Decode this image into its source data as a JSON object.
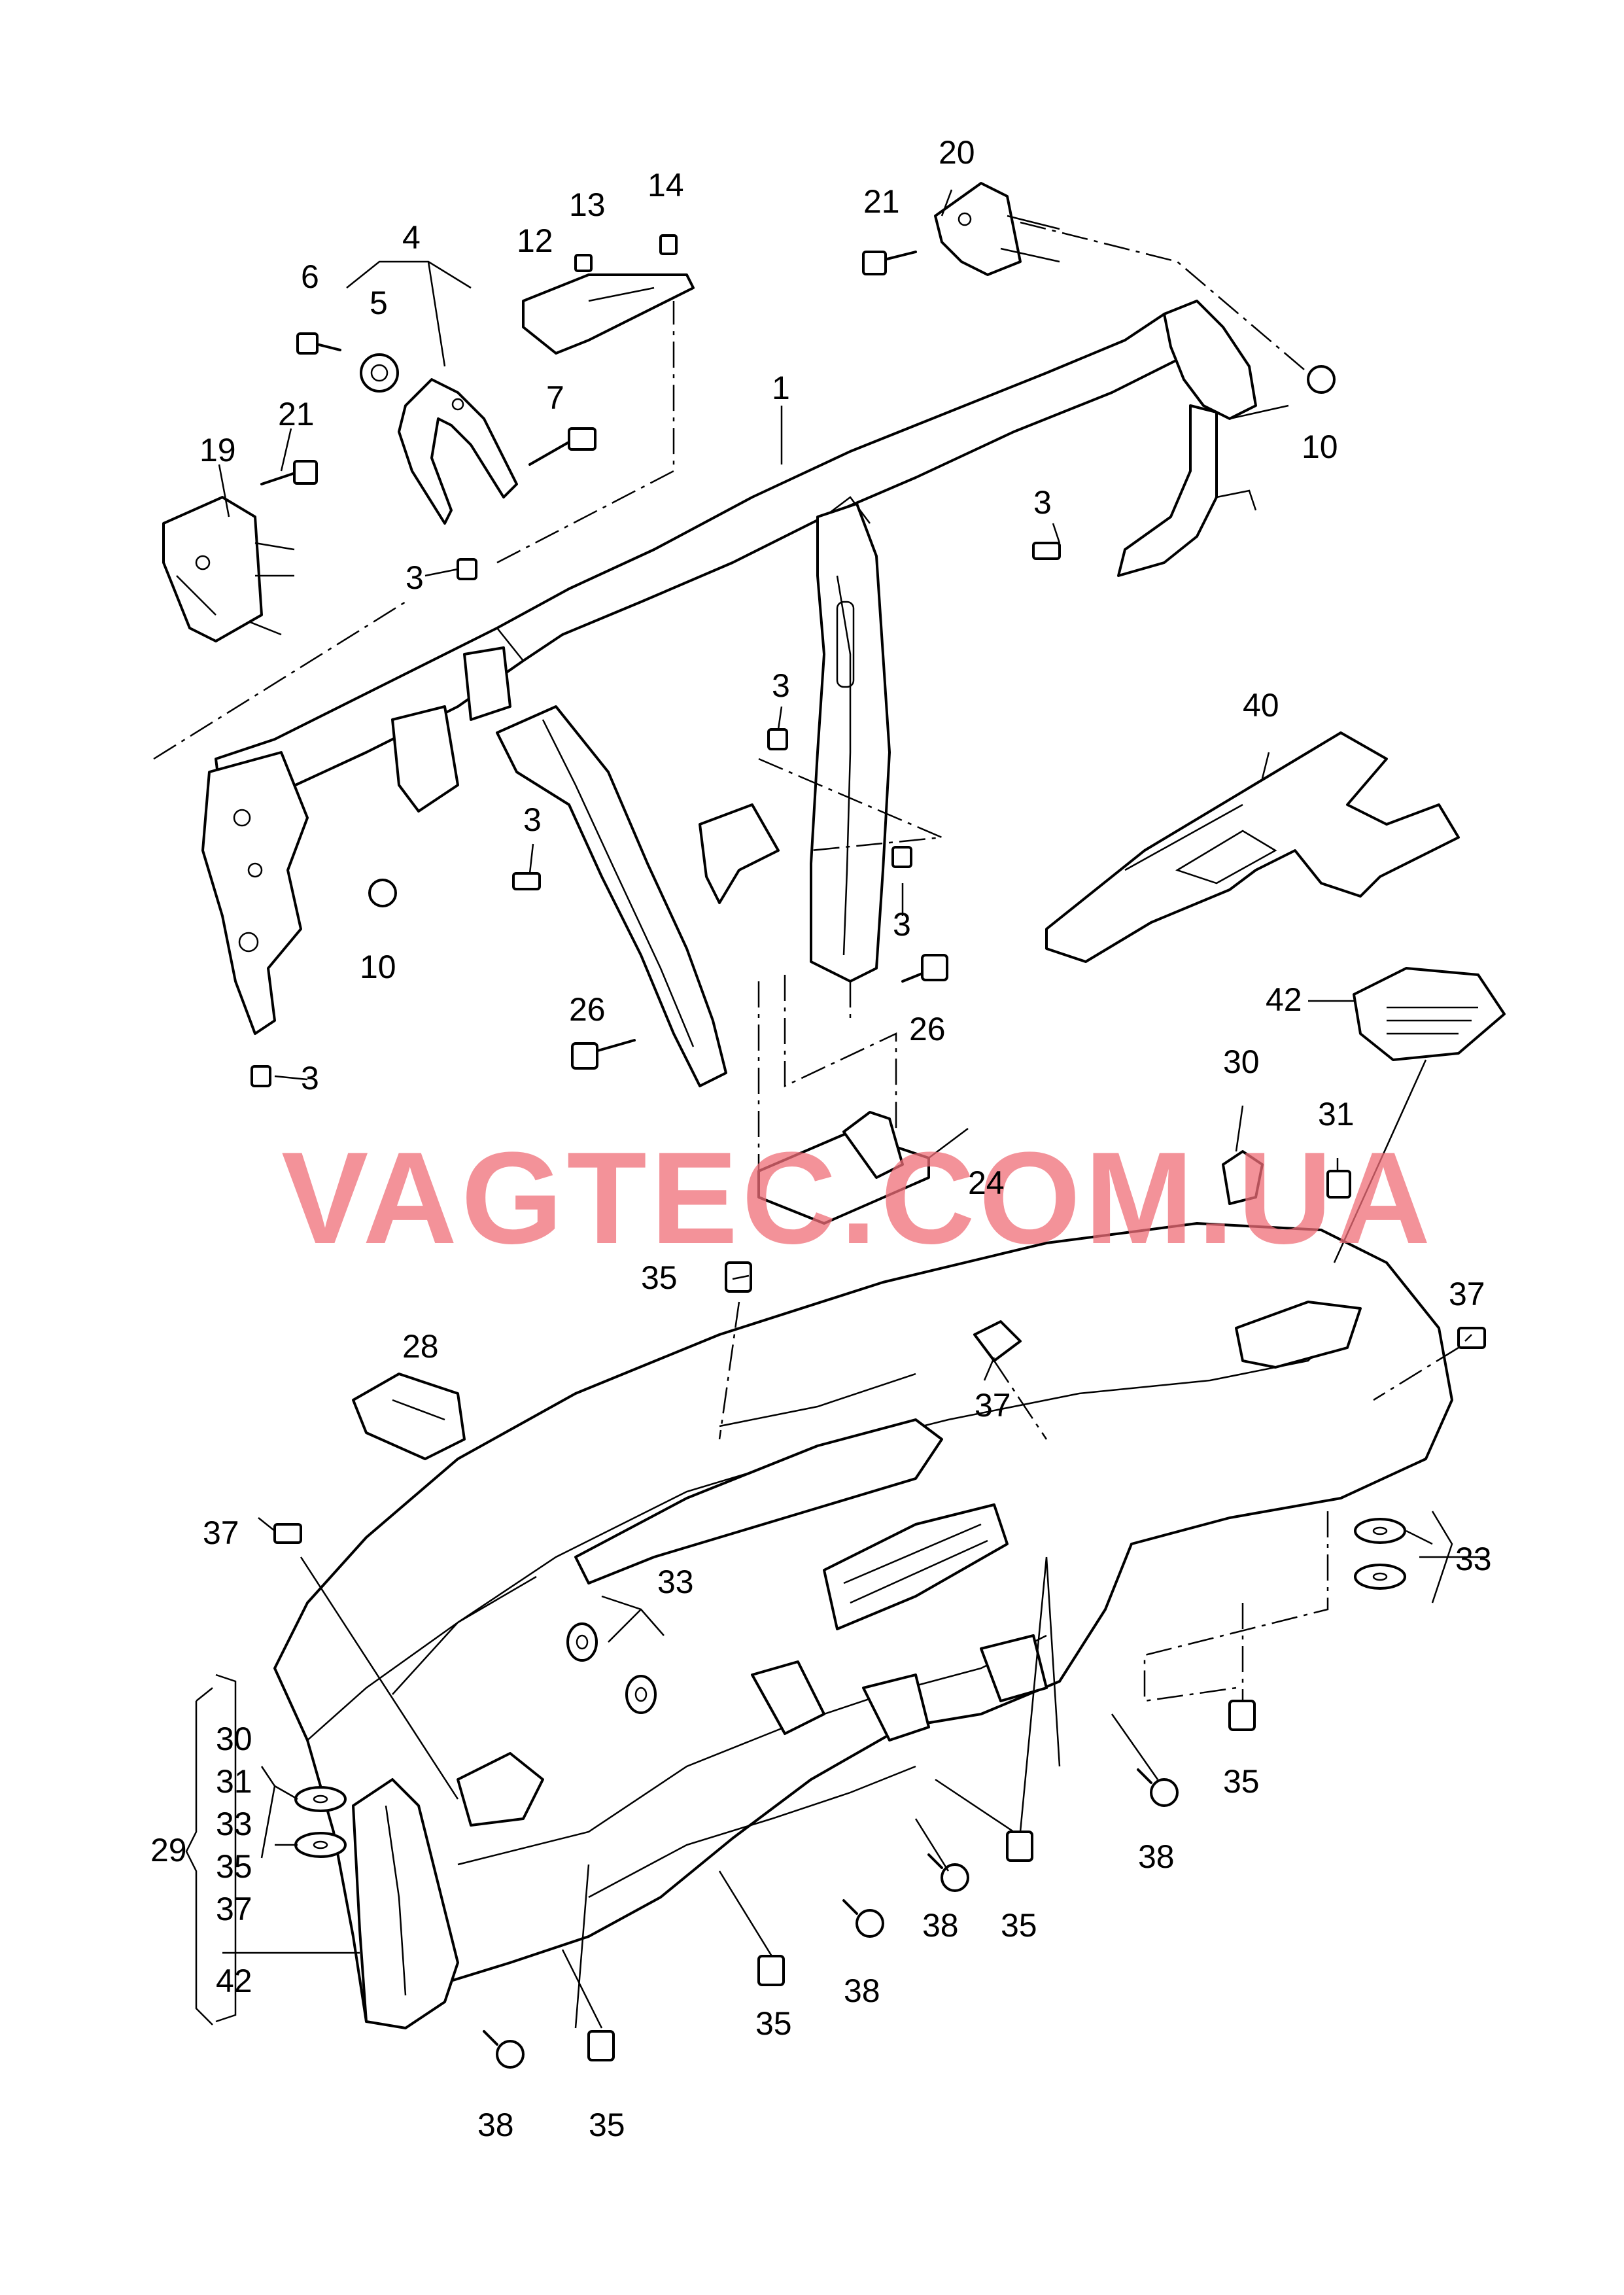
{
  "watermark": "VAGTEC.COM.UA",
  "callouts": [
    {
      "id": "c1",
      "text": "1"
    },
    {
      "id": "c3a",
      "text": "3"
    },
    {
      "id": "c3b",
      "text": "3"
    },
    {
      "id": "c3c",
      "text": "3"
    },
    {
      "id": "c3d",
      "text": "3"
    },
    {
      "id": "c3e",
      "text": "3"
    },
    {
      "id": "c3f",
      "text": "3"
    },
    {
      "id": "c4",
      "text": "4"
    },
    {
      "id": "c5",
      "text": "5"
    },
    {
      "id": "c6",
      "text": "6"
    },
    {
      "id": "c7",
      "text": "7"
    },
    {
      "id": "c10a",
      "text": "10"
    },
    {
      "id": "c10b",
      "text": "10"
    },
    {
      "id": "c12",
      "text": "12"
    },
    {
      "id": "c13",
      "text": "13"
    },
    {
      "id": "c14",
      "text": "14"
    },
    {
      "id": "c19",
      "text": "19"
    },
    {
      "id": "c20",
      "text": "20"
    },
    {
      "id": "c21a",
      "text": "21"
    },
    {
      "id": "c21b",
      "text": "21"
    },
    {
      "id": "c24",
      "text": "24"
    },
    {
      "id": "c26a",
      "text": "26"
    },
    {
      "id": "c26b",
      "text": "26"
    },
    {
      "id": "c28",
      "text": "28"
    },
    {
      "id": "c30",
      "text": "30"
    },
    {
      "id": "c31",
      "text": "31"
    },
    {
      "id": "c33a",
      "text": "33"
    },
    {
      "id": "c33b",
      "text": "33"
    },
    {
      "id": "c35a",
      "text": "35"
    },
    {
      "id": "c35b",
      "text": "35"
    },
    {
      "id": "c35c",
      "text": "35"
    },
    {
      "id": "c35d",
      "text": "35"
    },
    {
      "id": "c35e",
      "text": "35"
    },
    {
      "id": "c37a",
      "text": "37"
    },
    {
      "id": "c37b",
      "text": "37"
    },
    {
      "id": "c37c",
      "text": "37"
    },
    {
      "id": "c38a",
      "text": "38"
    },
    {
      "id": "c38b",
      "text": "38"
    },
    {
      "id": "c38c",
      "text": "38"
    },
    {
      "id": "c38d",
      "text": "38"
    },
    {
      "id": "c40",
      "text": "40"
    },
    {
      "id": "c42",
      "text": "42"
    }
  ],
  "kit_group": {
    "label": "29",
    "items": [
      "30",
      "31",
      "33",
      "35",
      "37",
      "42"
    ]
  }
}
